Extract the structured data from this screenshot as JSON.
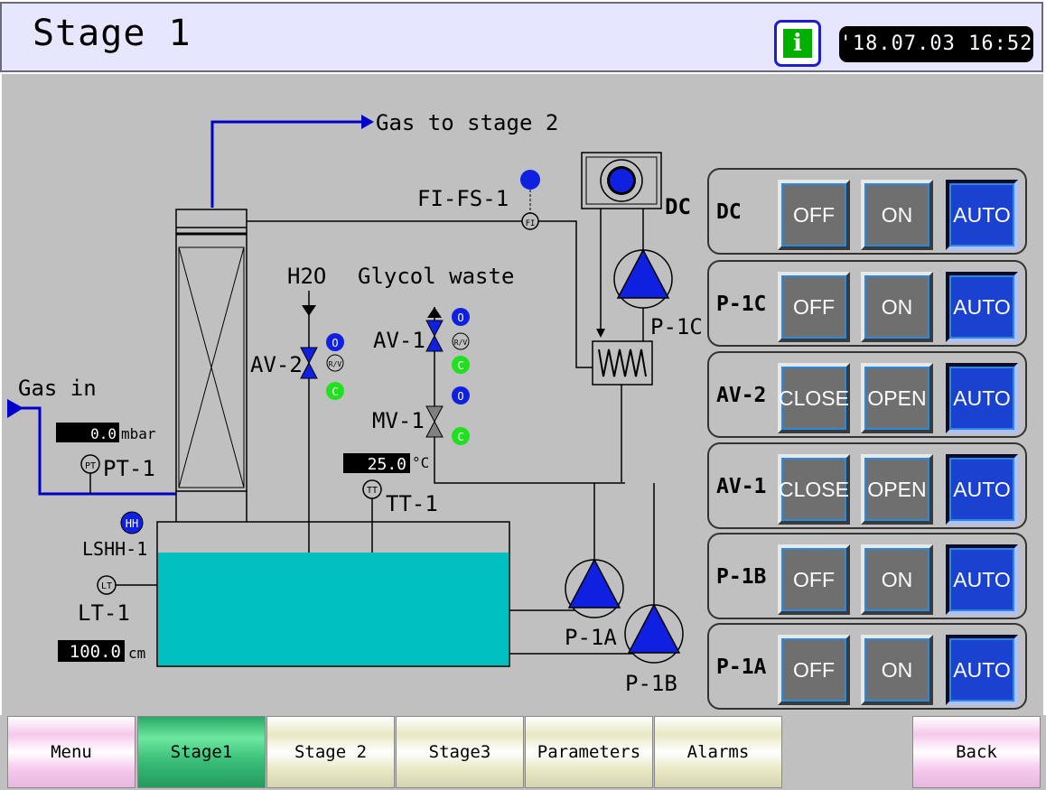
{
  "header": {
    "title": "Stage 1",
    "info_icon": "i",
    "clock": "'18.07.03 16:52"
  },
  "diagram": {
    "gas_out_label": "Gas to stage 2",
    "gas_in_label": "Gas in",
    "pressure_value": "0.0",
    "pressure_unit": "mbar",
    "pt_tag": "PT-1",
    "pt_symbol": "PT",
    "fi_tag": "FI-FS-1",
    "fi_symbol": "FI",
    "dc_tag": "DC",
    "p1c_tag": "P-1C",
    "h2o_label": "H2O",
    "glycol_label": "Glycol waste",
    "av2_tag": "AV-2",
    "av1_tag": "AV-1",
    "mv1_tag": "MV-1",
    "temp_value": "25.0",
    "temp_unit": "°C",
    "tt_tag": "TT-1",
    "tt_symbol": "TT",
    "lshh_tag": "LSHH-1",
    "hh_symbol": "HH",
    "lt_tag": "LT-1",
    "lt_symbol": "LT",
    "level_value": "100.0",
    "level_unit": "cm",
    "p1a_tag": "P-1A",
    "p1b_tag": "P-1B",
    "ind_open": "O",
    "ind_closed": "C",
    "ind_rv": "R/V"
  },
  "panels": [
    {
      "label": "DC",
      "off": "OFF",
      "on": "ON",
      "auto": "AUTO"
    },
    {
      "label": "P-1C",
      "off": "OFF",
      "on": "ON",
      "auto": "AUTO"
    },
    {
      "label": "AV-2",
      "off": "CLOSE",
      "on": "OPEN",
      "auto": "AUTO"
    },
    {
      "label": "AV-1",
      "off": "CLOSE",
      "on": "OPEN",
      "auto": "AUTO"
    },
    {
      "label": "P-1B",
      "off": "OFF",
      "on": "ON",
      "auto": "AUTO"
    },
    {
      "label": "P-1A",
      "off": "OFF",
      "on": "ON",
      "auto": "AUTO"
    }
  ],
  "footer": {
    "menu": "Menu",
    "stage1": "Stage1",
    "stage2": "Stage 2",
    "stage3": "Stage3",
    "parameters": "Parameters",
    "alarms": "Alarms",
    "back": "Back"
  },
  "colors": {
    "tank_liquid": "#00c0c0",
    "pipe_gas": "#0000c8",
    "indicator_blue": "#1020e0",
    "indicator_green": "#20e020",
    "auto_active": "#1a41d0",
    "tab_active": "#3cc07a"
  }
}
